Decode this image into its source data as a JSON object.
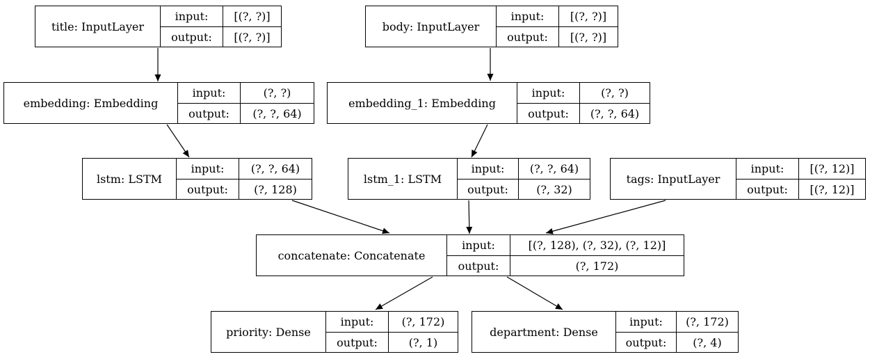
{
  "diagram": {
    "kind": "keras-model-plot",
    "colors": {
      "border": "#000000",
      "text": "#000000",
      "background": "#ffffff"
    },
    "labels": {
      "input": "input:",
      "output": "output:"
    },
    "nodes": [
      {
        "id": "title",
        "name": "title: InputLayer",
        "input": "[(?, ?)]",
        "output": "[(?, ?)]"
      },
      {
        "id": "body",
        "name": "body: InputLayer",
        "input": "[(?, ?)]",
        "output": "[(?, ?)]"
      },
      {
        "id": "embedding",
        "name": "embedding: Embedding",
        "input": "(?, ?)",
        "output": "(?, ?, 64)"
      },
      {
        "id": "embedding_1",
        "name": "embedding_1: Embedding",
        "input": "(?, ?)",
        "output": "(?, ?, 64)"
      },
      {
        "id": "lstm",
        "name": "lstm: LSTM",
        "input": "(?, ?, 64)",
        "output": "(?, 128)"
      },
      {
        "id": "lstm_1",
        "name": "lstm_1: LSTM",
        "input": "(?, ?, 64)",
        "output": "(?, 32)"
      },
      {
        "id": "tags",
        "name": "tags: InputLayer",
        "input": "[(?, 12)]",
        "output": "[(?, 12)]"
      },
      {
        "id": "concatenate",
        "name": "concatenate: Concatenate",
        "input": "[(?, 128), (?, 32), (?, 12)]",
        "output": "(?, 172)"
      },
      {
        "id": "priority",
        "name": "priority: Dense",
        "input": "(?, 172)",
        "output": "(?, 1)"
      },
      {
        "id": "department",
        "name": "department: Dense",
        "input": "(?, 172)",
        "output": "(?, 4)"
      }
    ],
    "edges": [
      {
        "from": "title",
        "to": "embedding"
      },
      {
        "from": "body",
        "to": "embedding_1"
      },
      {
        "from": "embedding",
        "to": "lstm"
      },
      {
        "from": "embedding_1",
        "to": "lstm_1"
      },
      {
        "from": "lstm",
        "to": "concatenate"
      },
      {
        "from": "lstm_1",
        "to": "concatenate"
      },
      {
        "from": "tags",
        "to": "concatenate"
      },
      {
        "from": "concatenate",
        "to": "priority"
      },
      {
        "from": "concatenate",
        "to": "department"
      }
    ]
  }
}
